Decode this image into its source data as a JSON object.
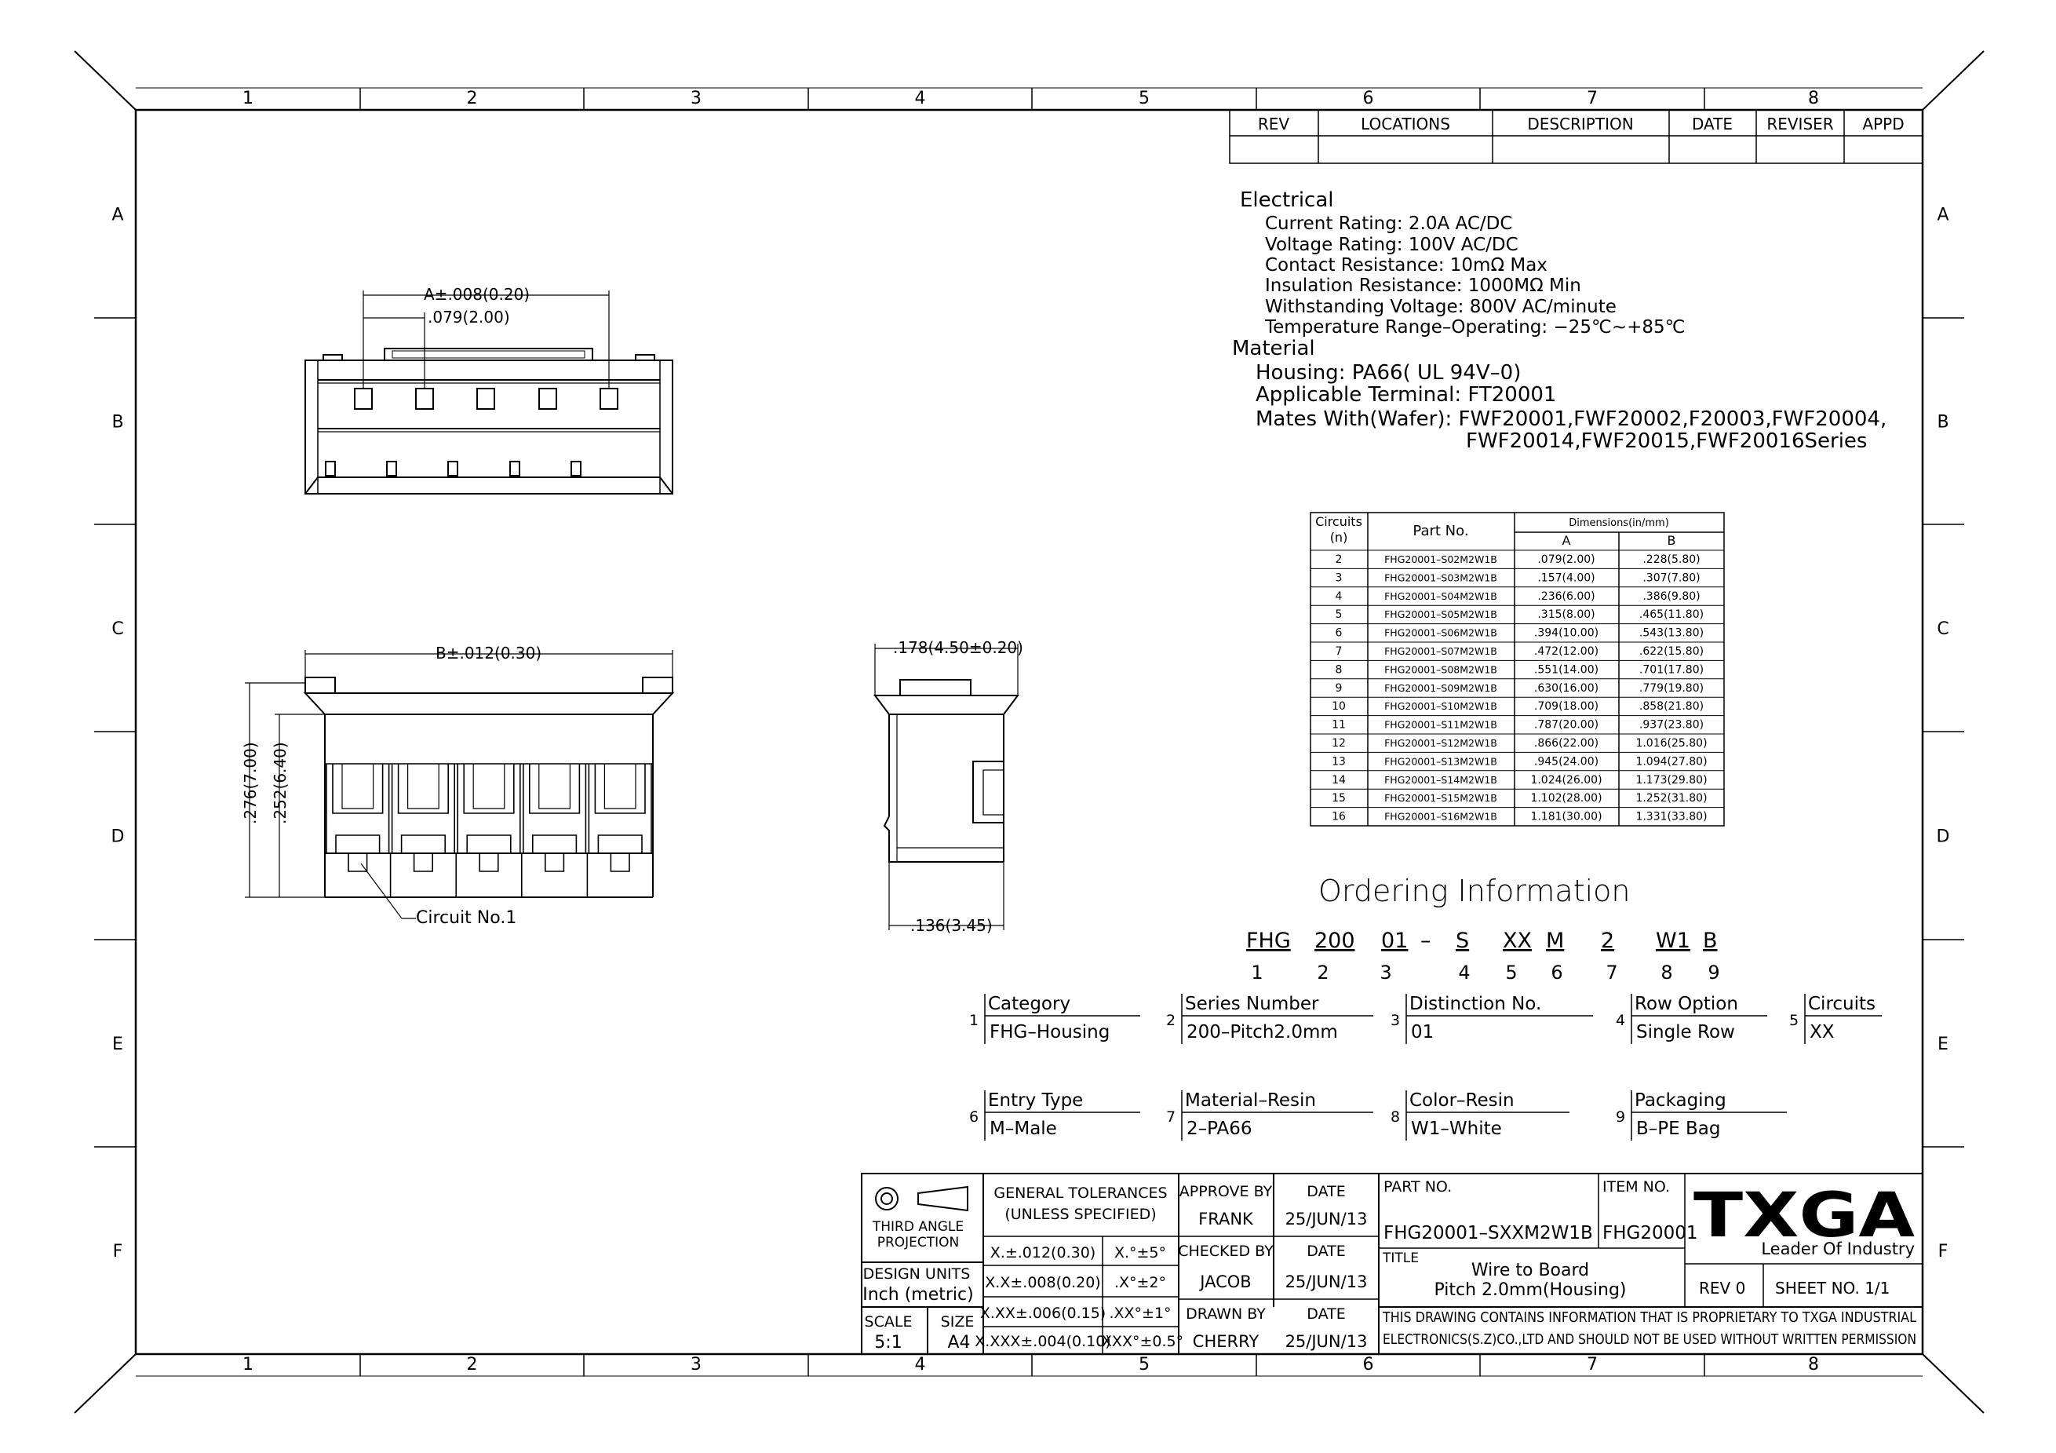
{
  "border": {
    "columns": [
      "1",
      "2",
      "3",
      "4",
      "5",
      "6",
      "7",
      "8"
    ],
    "rows": [
      "A",
      "B",
      "C",
      "D",
      "E",
      "F"
    ]
  },
  "revision_table": {
    "headers": [
      "REV",
      "LOCATIONS",
      "DESCRIPTION",
      "DATE",
      "REVISER",
      "APPD"
    ]
  },
  "specs": {
    "electrical_heading": "Electrical",
    "electrical": [
      "Current Rating: 2.0A AC/DC",
      "Voltage Rating: 100V AC/DC",
      "Contact Resistance: 10mΩ Max",
      "Insulation Resistance: 1000MΩ Min",
      "Withstanding Voltage: 800V AC/minute",
      "Temperature Range–Operating: −25℃~+85℃"
    ],
    "material_heading": "Material",
    "material": [
      "Housing: PA66( UL 94V–0)",
      "Applicable Terminal: FT20001",
      "Mates With(Wafer): FWF20001,FWF20002,F20003,FWF20004,",
      "FWF20014,FWF20015,FWF20016Series"
    ]
  },
  "dimensions_table": {
    "col_circuits": "Circuits",
    "col_circuits_n": "(n)",
    "col_part": "Part No.",
    "col_dims": "Dimensions(in/mm)",
    "col_a": "A",
    "col_b": "B",
    "rows": [
      {
        "n": "2",
        "part": "FHG20001–S02M2W1B",
        "a": ".079(2.00)",
        "b": ".228(5.80)"
      },
      {
        "n": "3",
        "part": "FHG20001–S03M2W1B",
        "a": ".157(4.00)",
        "b": ".307(7.80)"
      },
      {
        "n": "4",
        "part": "FHG20001–S04M2W1B",
        "a": ".236(6.00)",
        "b": ".386(9.80)"
      },
      {
        "n": "5",
        "part": "FHG20001–S05M2W1B",
        "a": ".315(8.00)",
        "b": ".465(11.80)"
      },
      {
        "n": "6",
        "part": "FHG20001–S06M2W1B",
        "a": ".394(10.00)",
        "b": ".543(13.80)"
      },
      {
        "n": "7",
        "part": "FHG20001–S07M2W1B",
        "a": ".472(12.00)",
        "b": ".622(15.80)"
      },
      {
        "n": "8",
        "part": "FHG20001–S08M2W1B",
        "a": ".551(14.00)",
        "b": ".701(17.80)"
      },
      {
        "n": "9",
        "part": "FHG20001–S09M2W1B",
        "a": ".630(16.00)",
        "b": ".779(19.80)"
      },
      {
        "n": "10",
        "part": "FHG20001–S10M2W1B",
        "a": ".709(18.00)",
        "b": ".858(21.80)"
      },
      {
        "n": "11",
        "part": "FHG20001–S11M2W1B",
        "a": ".787(20.00)",
        "b": ".937(23.80)"
      },
      {
        "n": "12",
        "part": "FHG20001–S12M2W1B",
        "a": ".866(22.00)",
        "b": "1.016(25.80)"
      },
      {
        "n": "13",
        "part": "FHG20001–S13M2W1B",
        "a": ".945(24.00)",
        "b": "1.094(27.80)"
      },
      {
        "n": "14",
        "part": "FHG20001–S14M2W1B",
        "a": "1.024(26.00)",
        "b": "1.173(29.80)"
      },
      {
        "n": "15",
        "part": "FHG20001–S15M2W1B",
        "a": "1.102(28.00)",
        "b": "1.252(31.80)"
      },
      {
        "n": "16",
        "part": "FHG20001–S16M2W1B",
        "a": "1.181(30.00)",
        "b": "1.331(33.80)"
      }
    ]
  },
  "ordering": {
    "title": "Ordering Information",
    "codes": [
      "FHG",
      "200",
      "01",
      "–",
      "S",
      "XX",
      "M",
      "2",
      "W1",
      "B"
    ],
    "indices": [
      "1",
      "2",
      "3",
      "4",
      "5",
      "6",
      "7",
      "8",
      "9"
    ],
    "fields": [
      {
        "num": "1",
        "label": "Category",
        "value": "FHG–Housing"
      },
      {
        "num": "2",
        "label": "Series Number",
        "value": "200–Pitch2.0mm"
      },
      {
        "num": "3",
        "label": "Distinction No.",
        "value": "01"
      },
      {
        "num": "4",
        "label": "Row Option",
        "value": "Single Row"
      },
      {
        "num": "5",
        "label": "Circuits",
        "value": "XX"
      },
      {
        "num": "6",
        "label": "Entry Type",
        "value": "M–Male"
      },
      {
        "num": "7",
        "label": "Material–Resin",
        "value": "2–PA66"
      },
      {
        "num": "8",
        "label": "Color–Resin",
        "value": "W1–White"
      },
      {
        "num": "9",
        "label": "Packaging",
        "value": "B–PE Bag"
      }
    ]
  },
  "drawing_labels": {
    "dim_a": "A±.008(0.20)",
    "dim_pitch": ".079(2.00)",
    "dim_b": "B±.012(0.30)",
    "dim_276": ".276(7.00)",
    "dim_252": ".252(6.40)",
    "circuit_no1": "Circuit No.1",
    "dim_178": ".178(4.50±0.20)",
    "dim_136": ".136(3.45)"
  },
  "title_block": {
    "projection": "THIRD ANGLE PROJECTION",
    "projection_l1": "THIRD ANGLE",
    "projection_l2": "PROJECTION",
    "design_units_label": "DESIGN UNITS",
    "design_units_value": "Inch (metric)",
    "scale_label": "SCALE",
    "scale_value": "5:1",
    "size_label": "SIZE",
    "size_value": "A4",
    "tol_heading_1": "GENERAL TOLERANCES",
    "tol_heading_2": "(UNLESS SPECIFIED)",
    "tolerances": [
      {
        "lin": "X.±.012(0.30)",
        "ang": "X.°±5°"
      },
      {
        "lin": "X.X±.008(0.20)",
        "ang": ".X°±2°"
      },
      {
        "lin": "X.XX±.006(0.15)",
        "ang": ".XX°±1°"
      },
      {
        "lin": "X.XXX±.004(0.10)",
        "ang": ".XXX°±0.5°"
      }
    ],
    "approve_by_label": "APPROVE BY",
    "approve_by": "FRANK",
    "checked_by_label": "CHECKED BY",
    "checked_by": "JACOB",
    "drawn_by_label": "DRAWN BY",
    "drawn_by": "CHERRY",
    "date_label": "DATE",
    "date_1": "25/JUN/13",
    "date_2": "25/JUN/13",
    "date_3": "25/JUN/13",
    "part_no_label": "PART NO.",
    "part_no": "FHG20001–SXXM2W1B",
    "item_no_label": "ITEM NO.",
    "item_no": "FHG20001",
    "title_label": "TITLE",
    "title_1": "Wire to Board",
    "title_2": "Pitch 2.0mm(Housing)",
    "rev": "REV 0",
    "sheet": "SHEET NO. 1/1",
    "logo": "TXGA",
    "tagline": "Leader Of Industry",
    "notice_1": "THIS DRAWING CONTAINS INFORMATION THAT IS PROPRIETARY TO TXGA INDUSTRIAL",
    "notice_2": "ELECTRONICS(S.Z)CO.,LTD AND SHOULD NOT BE USED WITHOUT WRITTEN PERMISSION"
  }
}
